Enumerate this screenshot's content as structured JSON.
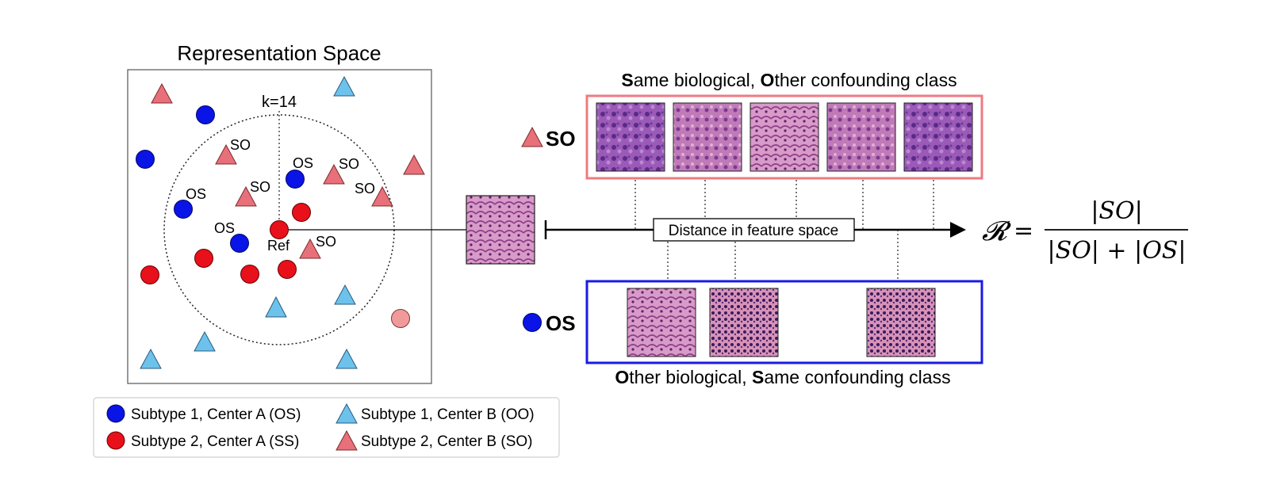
{
  "panel_title": "Representation Space",
  "k_label": "k=14",
  "ref_label": "Ref",
  "point_labels": {
    "so": "SO",
    "os": "OS"
  },
  "colors": {
    "blue": "#0a14e6",
    "red": "#e8101a",
    "light_blue": "#6cc2ea",
    "salmon": "#e8707a",
    "light_red": "#f19a9a",
    "so_frame": "#ee7b80",
    "os_frame": "#1a1ae6"
  },
  "legend": {
    "items": [
      {
        "label": "Subtype 1, Center A (OS)",
        "marker": "circle",
        "color": "blue"
      },
      {
        "label": "Subtype 1, Center B (OO)",
        "marker": "triangle",
        "color": "light_blue"
      },
      {
        "label": "Subtype 2, Center A (SS)",
        "marker": "circle",
        "color": "red"
      },
      {
        "label": "Subtype 2, Center B (SO)",
        "marker": "triangle",
        "color": "salmon"
      }
    ]
  },
  "so_row": {
    "caption_rest_1": "ame biological, ",
    "caption_rest_2": "ther confounding class",
    "caption_bold_1": "S",
    "caption_bold_2": "O",
    "tag": "SO",
    "tile_count": 5
  },
  "os_row": {
    "caption_bold_1": "O",
    "caption_rest_1": "ther biological, ",
    "caption_bold_2": "S",
    "caption_rest_2": "ame confounding class",
    "tag": "OS",
    "tile_count": 3
  },
  "axis_label": "Distance in feature space",
  "formula": {
    "lhs": "𝓡",
    "equals": "=",
    "numerator": "|SO|",
    "denominator": "|SO| + |OS|"
  }
}
